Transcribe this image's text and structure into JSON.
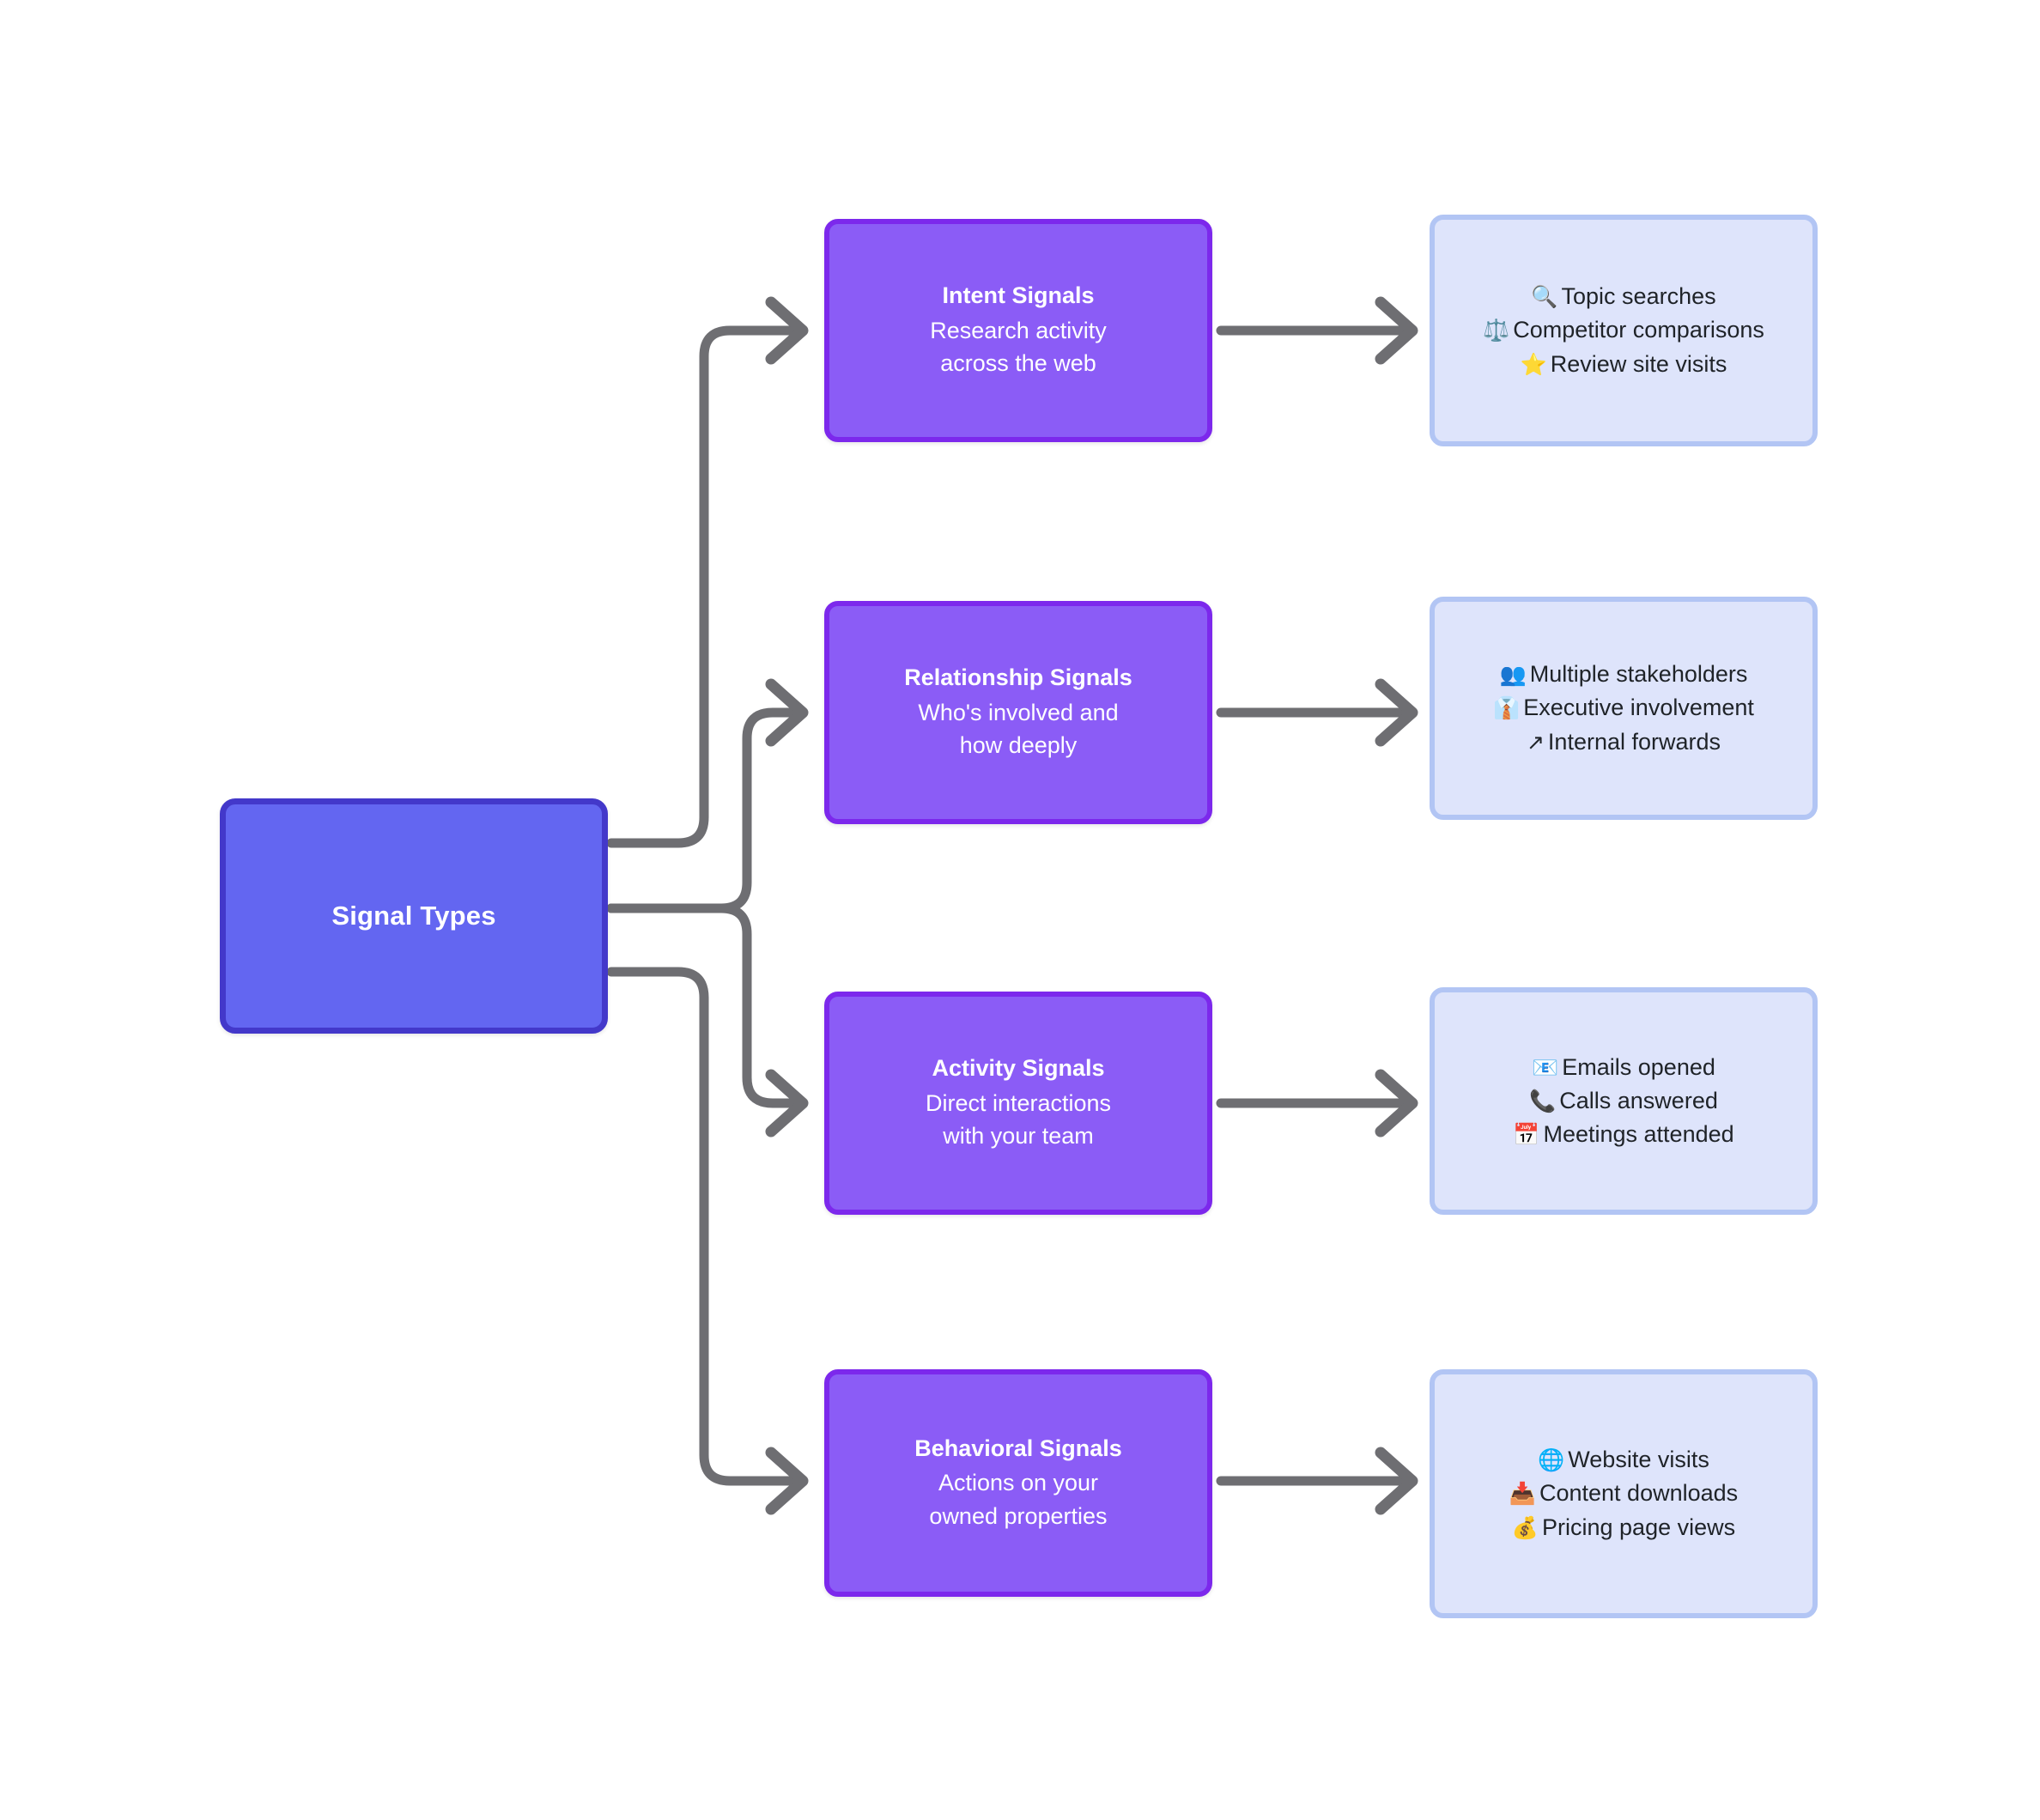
{
  "diagram": {
    "type": "flowchart",
    "direction": "left-to-right",
    "root": {
      "label": "Signal Types",
      "fill_color": "#6366f1",
      "border_color": "#4338ca",
      "text_color": "#ffffff"
    },
    "style": {
      "category_fill": "#8b5cf6",
      "category_border": "#7c28ec",
      "category_text": "#ffffff",
      "detail_fill": "#dee4fb",
      "detail_border": "#b2c5f4",
      "detail_text": "#1f2328",
      "connector_color": "#6e6e72",
      "background": "#ffffff"
    },
    "branches": [
      {
        "id": "intent",
        "title": "Intent Signals",
        "description": "Research activity across the web",
        "details": [
          {
            "emoji": "🔍",
            "icon_name": "magnifier-icon",
            "text": "Topic searches"
          },
          {
            "emoji": "⚖️",
            "icon_name": "balance-scale-icon",
            "text": "Competitor comparisons"
          },
          {
            "emoji": "⭐",
            "icon_name": "star-icon",
            "text": "Review site visits"
          }
        ]
      },
      {
        "id": "relationship",
        "title": "Relationship Signals",
        "description": "Who's involved and how deeply",
        "details": [
          {
            "emoji": "👥",
            "icon_name": "two-people-icon",
            "text": "Multiple stakeholders"
          },
          {
            "emoji": "👔",
            "icon_name": "necktie-icon",
            "text": "Executive involvement"
          },
          {
            "emoji": "↗",
            "icon_name": "arrow-up-right-icon",
            "text": "Internal forwards"
          }
        ]
      },
      {
        "id": "activity",
        "title": "Activity Signals",
        "description": "Direct interactions with your team",
        "details": [
          {
            "emoji": "📧",
            "icon_name": "email-icon",
            "text": "Emails opened"
          },
          {
            "emoji": "📞",
            "icon_name": "telephone-icon",
            "text": "Calls answered"
          },
          {
            "emoji": "📅",
            "icon_name": "calendar-icon",
            "text": "Meetings attended"
          }
        ]
      },
      {
        "id": "behavioral",
        "title": "Behavioral Signals",
        "description": "Actions on your owned properties",
        "details": [
          {
            "emoji": "🌐",
            "icon_name": "globe-icon",
            "text": "Website visits"
          },
          {
            "emoji": "📥",
            "icon_name": "inbox-tray-icon",
            "text": "Content downloads"
          },
          {
            "emoji": "💰",
            "icon_name": "money-bag-icon",
            "text": "Pricing page views"
          }
        ]
      }
    ]
  }
}
